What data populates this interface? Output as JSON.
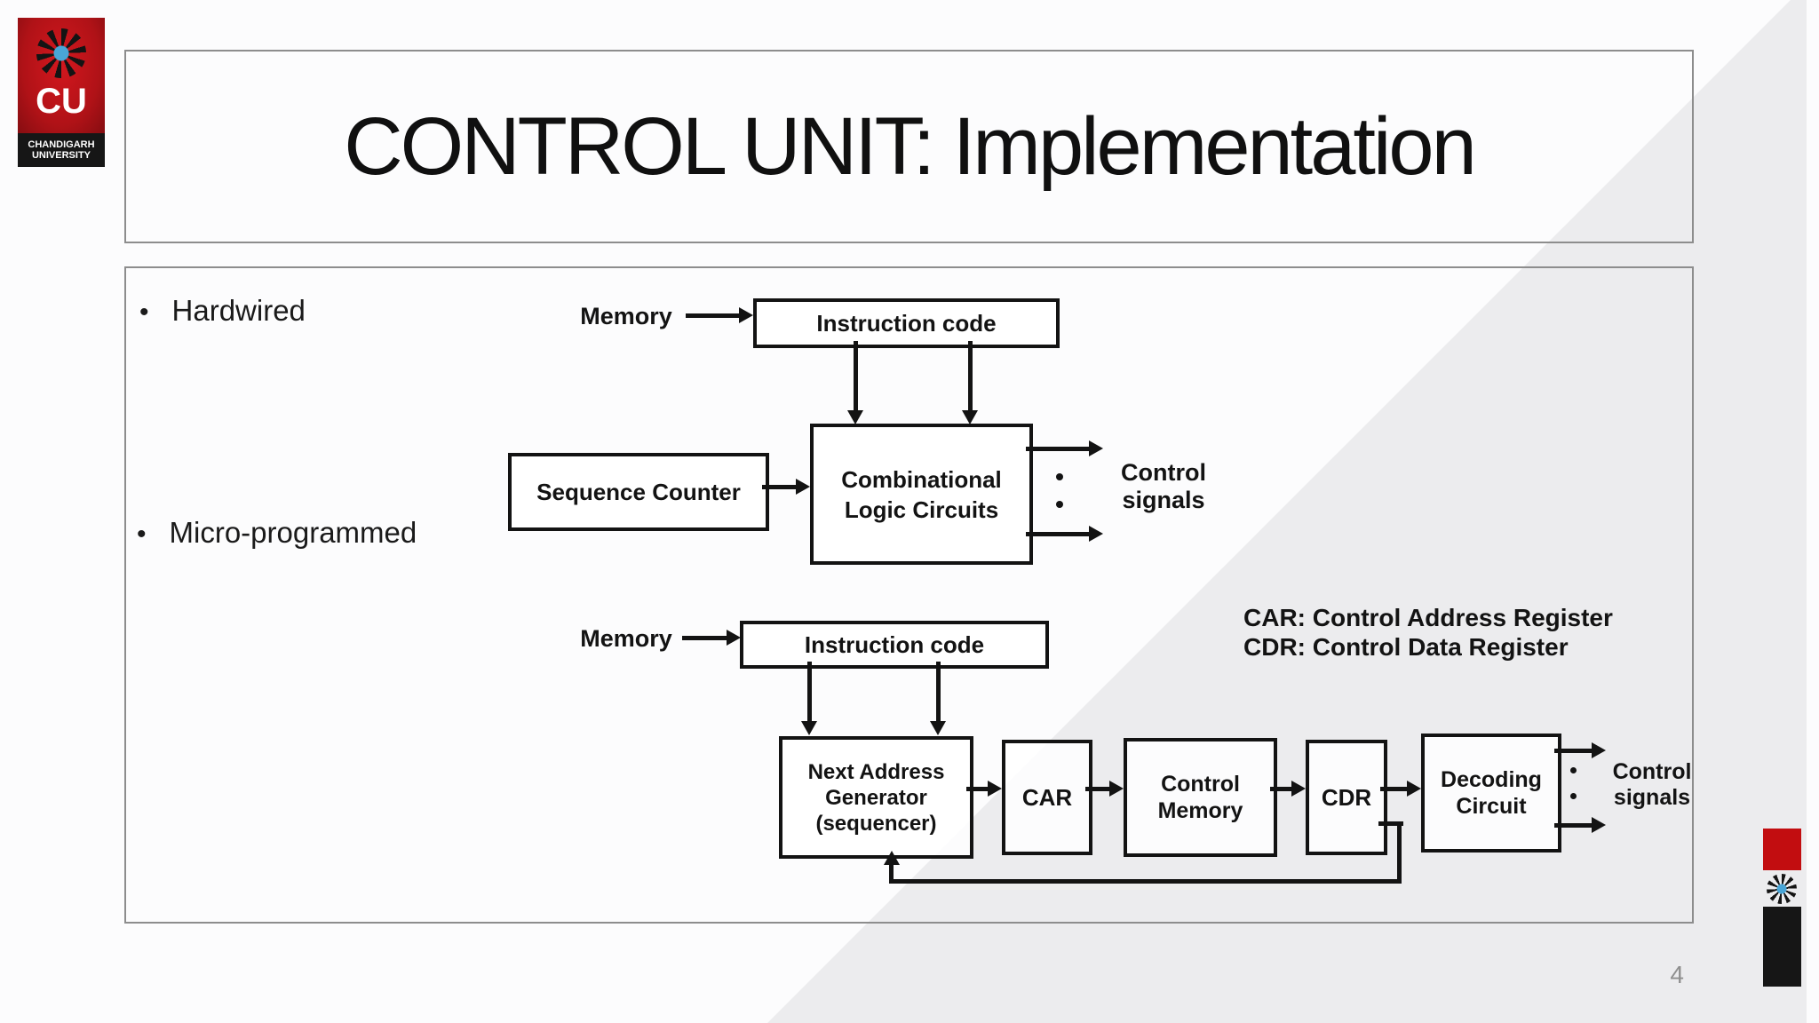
{
  "slide": {
    "title": "CONTROL UNIT: Implementation",
    "page_number": "4",
    "bullet_glyph": "•",
    "bullets": [
      "Hardwired",
      "Micro-programmed"
    ],
    "logo": {
      "abbr": "CU",
      "line1": "CHANDIGARH",
      "line2": "UNIVERSITY"
    },
    "colors": {
      "accent_red": "#c20d10",
      "logo_red": "#b01217",
      "triangle_gray": "#ececee",
      "frame_gray": "#8d8d8d",
      "ink": "#131313"
    }
  },
  "hardwired": {
    "memory": "Memory",
    "instruction_code": "Instruction code",
    "sequence_counter": "Sequence Counter",
    "logic1": "Combinational",
    "logic2": "Logic Circuits",
    "control1": "Control",
    "control2": "signals"
  },
  "micro": {
    "memory": "Memory",
    "instruction_code": "Instruction code",
    "nag1": "Next Address",
    "nag2": "Generator",
    "nag3": "(sequencer)",
    "car": "CAR",
    "cm1": "Control",
    "cm2": "Memory",
    "cdr": "CDR",
    "dec1": "Decoding",
    "dec2": "Circuit",
    "control1": "Control",
    "control2": "signals",
    "legend1": "CAR: Control Address Register",
    "legend2": "CDR: Control Data Register"
  }
}
